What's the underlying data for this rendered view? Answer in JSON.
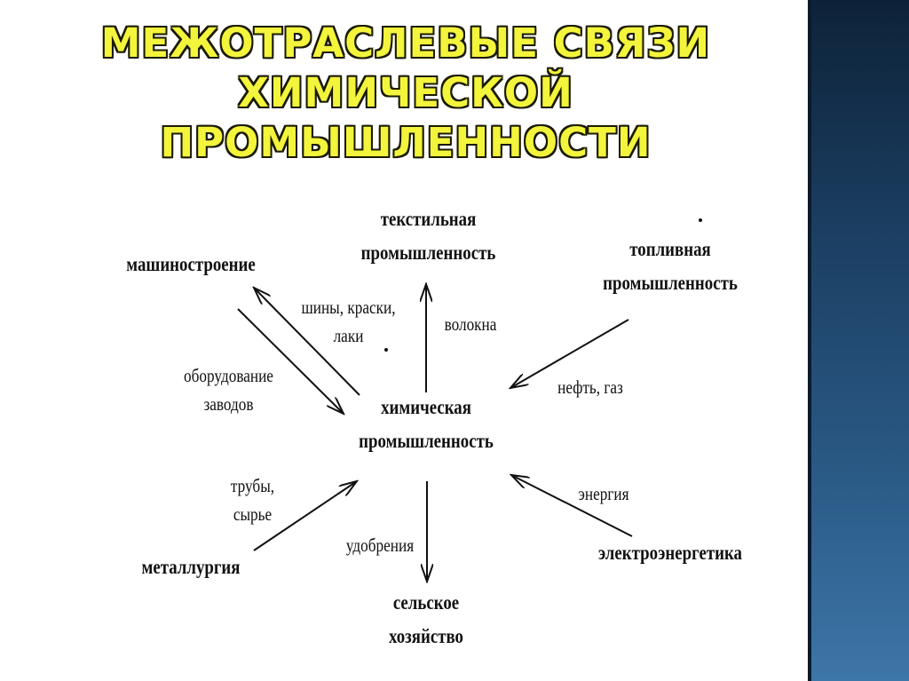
{
  "title": {
    "line1": "МЕЖОТРАСЛЕВЫЕ  СВЯЗИ",
    "line2": "ХИМИЧЕСКОЙ",
    "line3": "ПРОМЫШЛЕННОСТИ"
  },
  "nodes": {
    "center": {
      "line1": "химическая",
      "line2": "промышленность"
    },
    "textile": {
      "line1": "текстильная",
      "line2": "промышленность"
    },
    "machine": {
      "line1": "машиностроение"
    },
    "fuel": {
      "line1": "топливная",
      "line2": "промышленность"
    },
    "metallurgy": {
      "line1": "металлургия"
    },
    "electro": {
      "line1": "электроэнергетика"
    },
    "agriculture": {
      "line1": "сельское",
      "line2": "хозяйство"
    }
  },
  "edges": {
    "to_machine": {
      "line1": "шины, краски,",
      "line2": "лаки"
    },
    "from_machine": {
      "line1": "оборудование",
      "line2": "заводов"
    },
    "to_textile": {
      "line1": "волокна"
    },
    "from_fuel": {
      "line1": "нефть, газ"
    },
    "from_metallurgy": {
      "line1": "трубы,",
      "line2": "сырье"
    },
    "from_electro": {
      "line1": "энергия"
    },
    "to_agriculture": {
      "line1": "удобрения"
    }
  }
}
